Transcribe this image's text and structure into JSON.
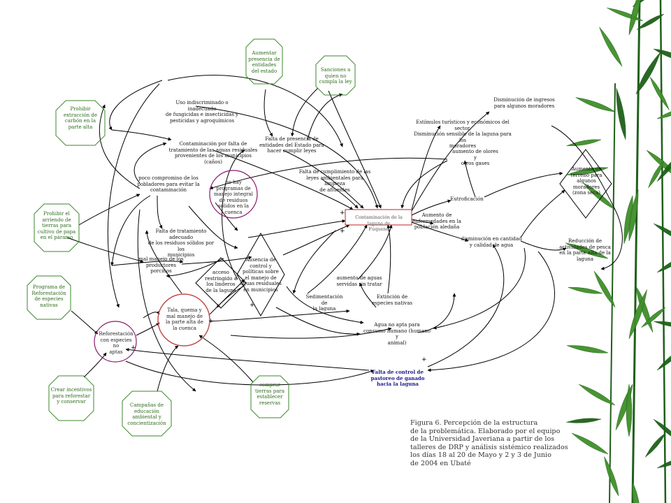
{
  "nodes": {
    "aumentar_presencia": "Aumentar\npresencia de\nentidades\ndel estado",
    "sanciones": "Sanciones a\nquien no\ncumpla la ley",
    "prohibir_extraccion": "Prohibir\nextracción de\ncarbón en la\nparte alta",
    "uso_indiscriminado": "Uso indiscriminado o inadecuado\nde fungicidas e insecticidas y\npesticidas y agroquímicos",
    "falta_presencia": "Falta de presencia de\nentidades del Estado para\nhacer cumplir leyes",
    "contaminacion_aguas": "Contaminación por falta de\ntratamiento de las aguas residuales\nprovenientes de los municipios (caños)",
    "falta_cumplimiento": "Falta de cumplimiento de las\nleyes ambientales para limpieza\nde afluentes",
    "disminucion_ingresos": "Disminución de ingresos\npara algunos moradores",
    "estimulos": "Estímulos turísticos y económicos del sector.\nDisminución sensible de la laguna para los\nmoradores",
    "aumento_olores": "aumento de olores y\notros gases",
    "aumento_terreno": "Aumento de\nterreno para\nalgunos\nmoradores\n(zona seca)",
    "poco_compromiso": "poco compromiso de los\npobladores para evitar la\ncontaminación",
    "no_hay_programas": "no hay\nprogramas de\nmanejo integral\nde residuos\nsólidos en la\ncuenca",
    "contaminacion_laguna": "Contaminación de la laguna de\nFúquene",
    "eutroficacion": "Eutroficación",
    "aumento_enfermedades": "Aumento de\nenfermedades en la\npoblación aledaña",
    "prohibir_arriendo": "Prohibir el\narriendo de\ntierras para\ncultivo de papa\nen el páramo",
    "falta_tratamiento": "Falta de tratamiento adecuado\nde los residuos sólidos por los\nmunicipios",
    "disminucion_cantidad": "disminución en cantidad\ny calidad de agua",
    "reduccion_pesca": "Reducción de actividades de pesca\nen la parte alta de la\nlaguna",
    "mal_manejo": "mal manejo de los\nproductores porcinos",
    "acceso_restringido": "acceso\nrestringido a\nlos linderos\nde la laguna",
    "ausencia_control": "Ausencia de\ncontrol y\npolíticas sobre\nel manejo de\naguas residuales\nen municipios",
    "aumento_aguas_servidas": "aumento de aguas\nservidas sin tratar",
    "programa_reforestacion": "Programa de\nReforestación\nde especies\nnativas",
    "tala_quema": "Tala, quema y\nmal manejo de\nla parte alta de\nla cuenca",
    "sedimentacion": "Sedimentación de\nla laguna",
    "extincion": "Extinción de\nespecies nativas",
    "reforestacion_especies": "Reforestación\ncon especies no\naptas",
    "agua_no_apta": "Agua no apta para\nconsumo humano (humano y\nanimal)",
    "falta_control_ganado": "Falta de control de\npastoreo de ganado\nhacia la laguna",
    "crear_incentivos": "Crear incentivos\npara reforestar\ny conservar",
    "campanas": "Campañas de\neducación\nambiental y\nconcientización",
    "comprar_tierras": "comprar\ntierras para\nestablecer\nreservas"
  },
  "polarity": "+",
  "caption": [
    "Figura 6. Percepción de la estructura",
    "de la problemática. Elaborado por el equipo",
    "de la Universidad Javeriana a partir de los",
    "talleres de DRP y análisis sistémico realizados",
    " los días 18 al 20 de Mayo y 2 y 3 de Junio",
    "de 2004 en Ubaté"
  ],
  "colors": {
    "background": "#ffffff",
    "policy_outline": "#3a8a2a",
    "policy_text": "#2e6b1e",
    "focus_outline": "#c0202a",
    "programs_outline": "#8a1a6a",
    "target_outline": "#c05050",
    "arrow": "#000000",
    "ganado_text": "#1a1a8c",
    "leaf_green": "#3f8f2a",
    "leaf_dark": "#1f5f1a"
  },
  "decoration": "bamboo-leaves"
}
